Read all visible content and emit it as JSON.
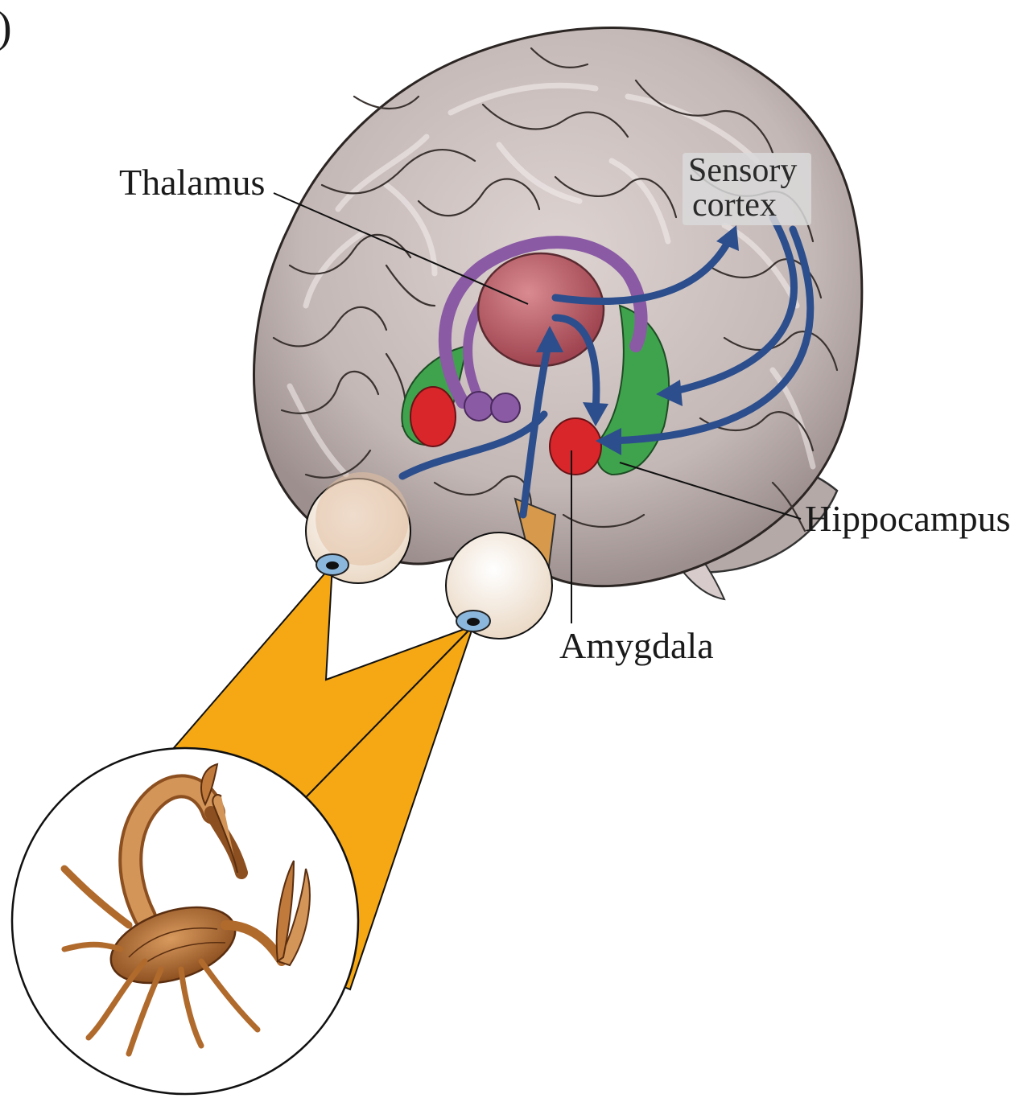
{
  "figure": {
    "panel_letter": ")",
    "labels": {
      "thalamus": "Thalamus",
      "sensory_cortex_line1": "Sensory",
      "sensory_cortex_line2": "cortex",
      "hippocampus": "Hippocampus",
      "amygdala": "Amygdala"
    },
    "colors": {
      "brain": "#c9bdbb",
      "brain_shadow": "#9c8f8d",
      "thalamus": "#b55a63",
      "amygdala": "#d8262b",
      "hippocampus": "#3fa34d",
      "fornix": "#8a5aa5",
      "pathway_arrows": "#2c4e8c",
      "visual_field": "#f5a814",
      "scorpion": "#b06a2c"
    },
    "icons": {
      "eye_left": "eye-icon",
      "eye_right": "eye-icon",
      "scorpion": "scorpion-icon"
    }
  }
}
